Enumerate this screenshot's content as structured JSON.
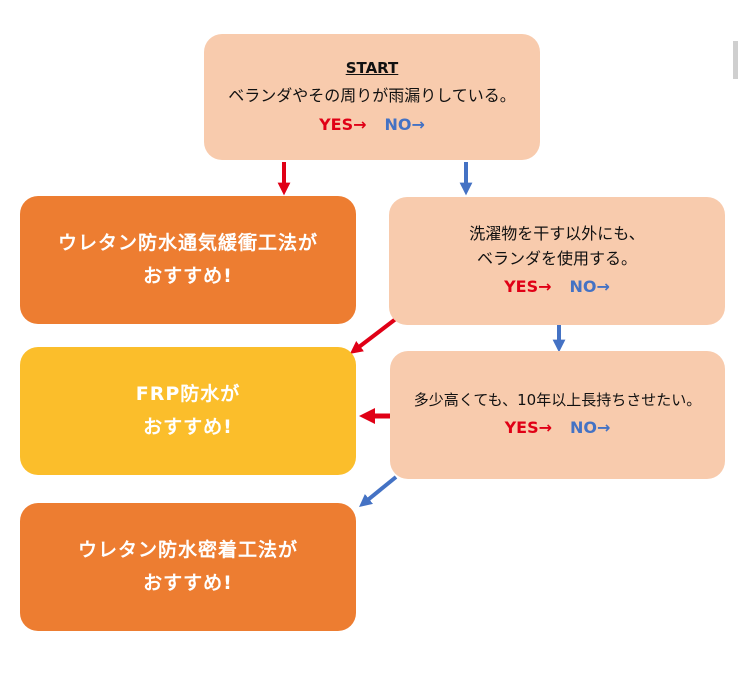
{
  "q1": {
    "start": "START",
    "text": "ベランダやその周りが雨漏りしている。",
    "yes": "YES→",
    "no": "NO→"
  },
  "q2": {
    "line1": "洗濯物を干す以外にも、",
    "line2": "ベランダを使用する。",
    "yes": "YES→",
    "no": "NO→"
  },
  "q3": {
    "text": "多少高くても、10年以上長持ちさせたい。",
    "yes": "YES→",
    "no": "NO→"
  },
  "result1": {
    "line1": "ウレタン防水通気緩衝工法が",
    "line2": "おすすめ!"
  },
  "result2": {
    "line1": "FRP防水が",
    "line2": "おすすめ!"
  },
  "result3": {
    "line1": "ウレタン防水密着工法が",
    "line2": "おすすめ!"
  },
  "colors": {
    "question_fill": "#f8cbad",
    "result_orange": "#ed7d31",
    "result_yellow": "#fbbe2b",
    "yes_arrow": "#e00016",
    "no_arrow": "#4472c4"
  }
}
